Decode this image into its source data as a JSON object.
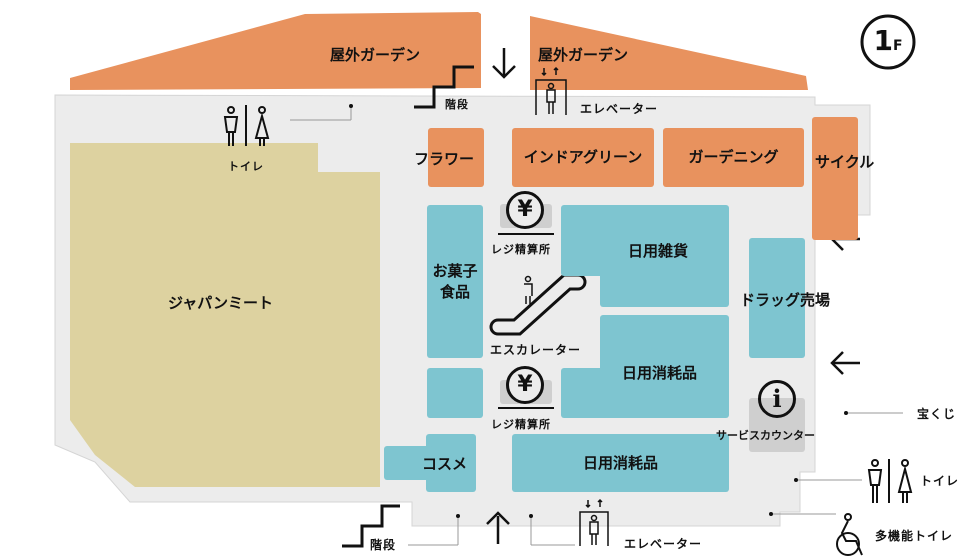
{
  "floor": {
    "label": "1F",
    "number": "1",
    "suffix": "F"
  },
  "areas": {
    "outdoor_garden_left": "屋外ガーデン",
    "outdoor_garden_right": "屋外ガーデン",
    "japan_meat": "ジャパンミート",
    "flower": "フラワー",
    "indoor_green": "インドアグリーン",
    "gardening": "ガーデニング",
    "cycle": "サイクル",
    "snacks_food": "お菓子\n食品",
    "daily_goods": "日用雑貨",
    "consumables_upper": "日用消耗品",
    "consumables_lower": "日用消耗品",
    "drugstore": "ドラッグ売場",
    "cosme": "コスメ"
  },
  "facilities": {
    "toilet_top": "トイレ",
    "stairs_top": "階段",
    "elevator_top": "エレベーター",
    "register_top": "レジ精算所",
    "register_bottom": "レジ精算所",
    "escalator": "エスカレーター",
    "service_counter": "サービスカウンター",
    "lottery": "宝くじ",
    "toilet_right": "トイレ",
    "multipurpose_toilet": "多機能トイレ",
    "stairs_bottom": "階段",
    "elevator_bottom": "エレベーター"
  },
  "colors": {
    "floor": "#ececec",
    "garden": "#e8925e",
    "section": "#7ec5d0",
    "meat": "#ddd2a0",
    "counter": "#cfcfcf"
  }
}
